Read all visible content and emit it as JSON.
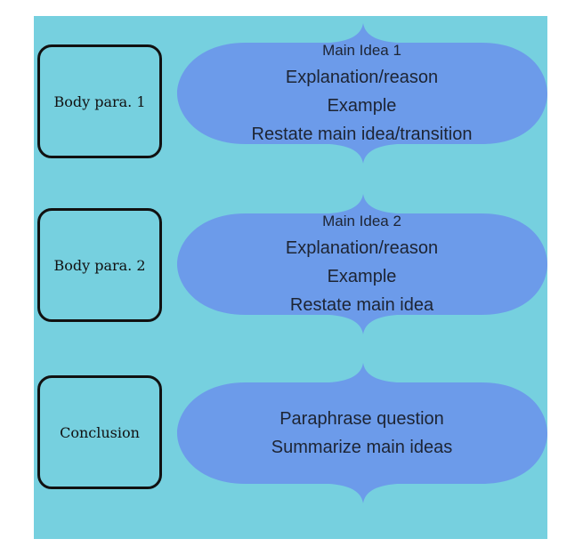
{
  "colors": {
    "background": "#76d0df",
    "bubble": "#6c9bea",
    "box_border": "#111111",
    "text": "#1d2433"
  },
  "rows": [
    {
      "label": "Body para. 1",
      "lines": [
        "Main Idea 1",
        "Explanation/reason",
        "Example",
        "Restate main idea/transition"
      ]
    },
    {
      "label": "Body para. 2",
      "lines": [
        "Main Idea 2",
        "Explanation/reason",
        "Example",
        "Restate main idea"
      ]
    },
    {
      "label": "Conclusion",
      "lines": [
        "Paraphrase question",
        "Summarize main ideas"
      ]
    }
  ]
}
